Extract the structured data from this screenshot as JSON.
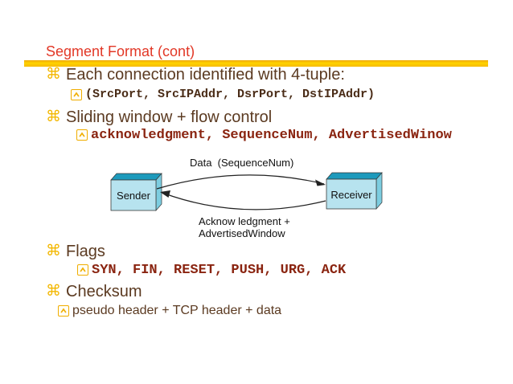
{
  "slide": {
    "title": "Segment Format (cont)",
    "bullet_glyph": "⌘",
    "bullets": [
      {
        "text": "Each connection identified with 4-tuple:"
      },
      {
        "text": "(SrcPort, SrcIPAddr, DsrPort, DstIPAddr)"
      },
      {
        "text": "Sliding window + flow control"
      },
      {
        "text": "acknowledgment, SequenceNum, AdvertisedWinow"
      },
      {
        "text": "Flags"
      },
      {
        "text": "SYN, FIN, RESET, PUSH, URG, ACK"
      },
      {
        "text": "Checksum"
      },
      {
        "text": "pseudo header + TCP header + data"
      }
    ],
    "diagram": {
      "top_label": "Data  (SequenceNum)",
      "sender_label": "Sender",
      "receiver_label": "Receiver",
      "bottom_label_line1": "Acknow ledgment +",
      "bottom_label_line2": "AdvertisedWindow"
    },
    "colors": {
      "title_red": "#e23726",
      "gold_bar": "#fdc300",
      "body_brown": "#5b3a21",
      "mono_dark": "#4a2c17",
      "mono_red": "#8a2410",
      "box_front": "#b7e3ef",
      "box_top": "#1d9abc",
      "box_side": "#7ccde0"
    }
  }
}
